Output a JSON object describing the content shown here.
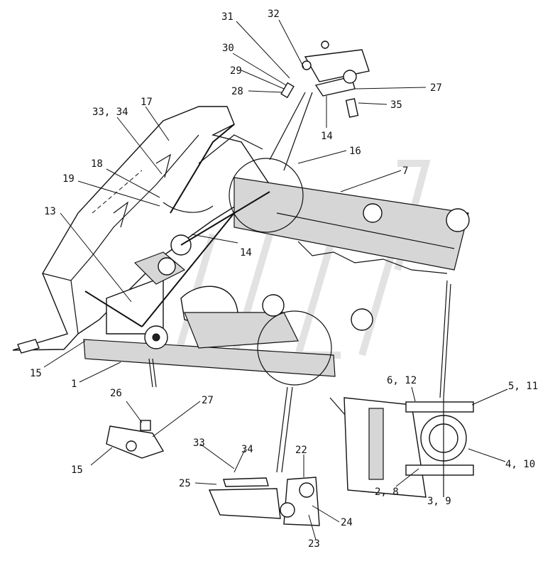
{
  "callouts": [
    {
      "id": "c31",
      "text": "31"
    },
    {
      "id": "c32",
      "text": "32"
    },
    {
      "id": "c30",
      "text": "30"
    },
    {
      "id": "c29",
      "text": "29"
    },
    {
      "id": "c28",
      "text": "28"
    },
    {
      "id": "c27a",
      "text": "27"
    },
    {
      "id": "c35",
      "text": "35"
    },
    {
      "id": "c14a",
      "text": "14"
    },
    {
      "id": "c3334a",
      "text": "33, 34"
    },
    {
      "id": "c17",
      "text": "17"
    },
    {
      "id": "c16",
      "text": "16"
    },
    {
      "id": "c18",
      "text": "18"
    },
    {
      "id": "c7",
      "text": "7"
    },
    {
      "id": "c19",
      "text": "19"
    },
    {
      "id": "c13",
      "text": "13"
    },
    {
      "id": "c14b",
      "text": "14"
    },
    {
      "id": "c15a",
      "text": "15"
    },
    {
      "id": "c1",
      "text": "1"
    },
    {
      "id": "c612",
      "text": "6, 12"
    },
    {
      "id": "c511",
      "text": "5, 11"
    },
    {
      "id": "c26",
      "text": "26"
    },
    {
      "id": "c27b",
      "text": "27"
    },
    {
      "id": "c410",
      "text": "4, 10"
    },
    {
      "id": "c15b",
      "text": "15"
    },
    {
      "id": "c33",
      "text": "33"
    },
    {
      "id": "c34",
      "text": "34"
    },
    {
      "id": "c22",
      "text": "22"
    },
    {
      "id": "c25",
      "text": "25"
    },
    {
      "id": "c28b",
      "text": "2, 8"
    },
    {
      "id": "c39",
      "text": "3, 9"
    },
    {
      "id": "c24",
      "text": "24"
    },
    {
      "id": "c23",
      "text": "23"
    }
  ]
}
